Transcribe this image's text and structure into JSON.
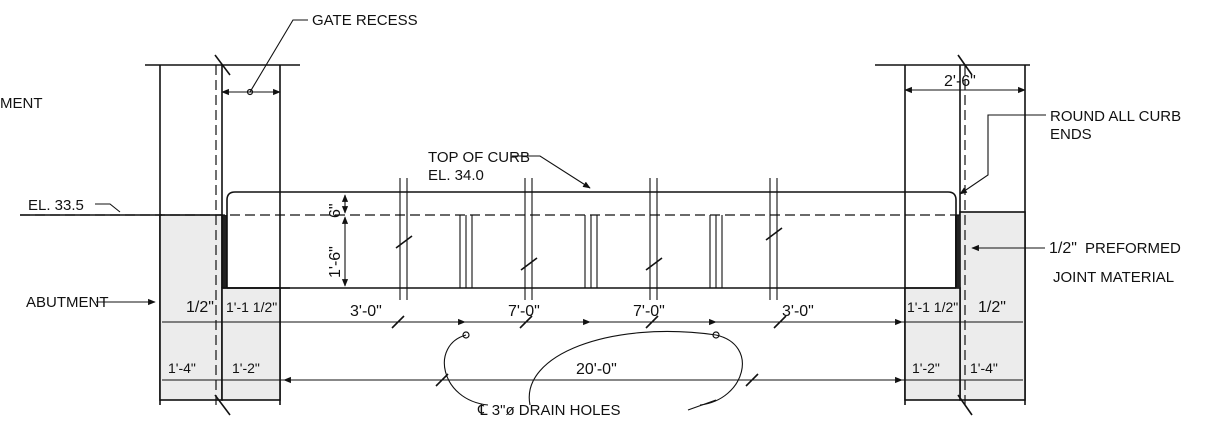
{
  "labels": {
    "gate_recess": "GATE RECESS",
    "abutment_left_cut": "MENT",
    "abutment": "ABUTMENT",
    "elevation_left": "EL. 33.5",
    "top_of_curb_line1": "TOP OF CURB",
    "top_of_curb_line2": "EL. 34.0",
    "round_curb_line1": "ROUND ALL CURB",
    "round_curb_line2": "ENDS",
    "joint_line1": "PREFORMED",
    "joint_line2": "JOINT MATERIAL",
    "joint_fraction": "1/2\"",
    "drain_holes": "℄ 3\"ø DRAIN HOLES"
  },
  "dimensions": {
    "curb_height": "1'-6\"",
    "curb_top": "6\"",
    "right_gate_width": "2'-6\"",
    "left_half": "1/2\"",
    "left_one_half": "1'-1 1/2\"",
    "right_one_half": "1'-1 1/2\"",
    "right_half": "1/2\"",
    "span_1": "3'-0\"",
    "span_2": "7'-0\"",
    "span_3": "7'-0\"",
    "span_4": "3'-0\"",
    "left_one_four": "1'-4\"",
    "left_one_two": "1'-2\"",
    "overall": "20'-0\"",
    "right_one_two": "1'-2\"",
    "right_one_four": "1'-4\""
  },
  "colors": {
    "ink": "#111111",
    "paper": "#ffffff",
    "concrete": "#ececec"
  }
}
